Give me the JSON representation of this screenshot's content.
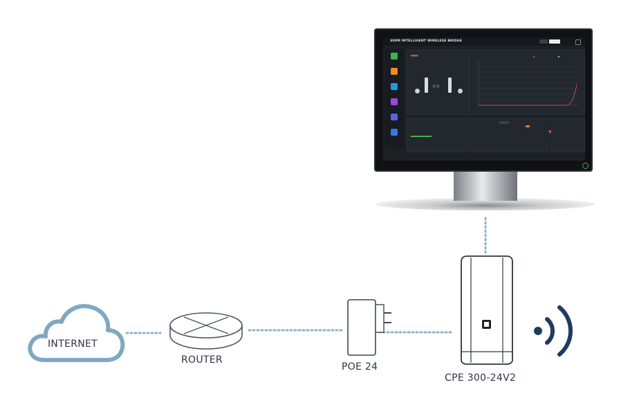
{
  "nodes": {
    "internet_label": "INTERNET",
    "router_label": "ROUTER",
    "poe_label": "POE 24",
    "cpe_label": "CPE 300-24V2"
  },
  "screen": {
    "title": "300M INTELLIGENT WIRELESS BRIDGE",
    "colors": {
      "bezel": "#0f1114",
      "screen_bg": "#1d2126",
      "accent_orange": "#e67b2c",
      "cable_dots": "#8fb3c6",
      "cloud_stroke": "#7fa8c2",
      "wifi_blue": "#1f3a64"
    }
  },
  "icons": [
    "cloud-icon",
    "router-icon",
    "poe-adapter-icon",
    "cpe-device-icon",
    "wifi-signal-icon",
    "monitor-icon"
  ]
}
